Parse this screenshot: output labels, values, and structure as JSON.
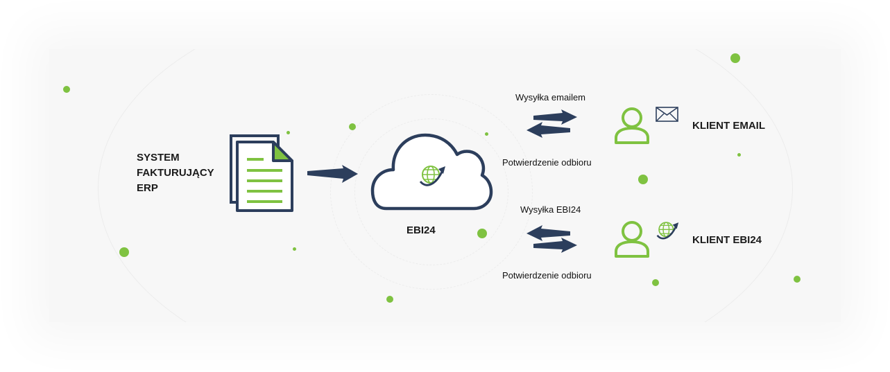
{
  "source": {
    "lines": [
      "SYSTEM",
      "FAKTURUJĄCY",
      "ERP"
    ]
  },
  "hub": {
    "label": "EBI24"
  },
  "email_flow": {
    "send_label": "Wysyłka emailem",
    "confirm_label": "Potwierdzenie odbioru",
    "client_label": "KLIENT EMAIL"
  },
  "ebi_flow": {
    "send_label": "Wysyłka EBI24",
    "confirm_label": "Potwierdzenie odbioru",
    "client_label": "KLIENT EBI24"
  },
  "colors": {
    "navy": "#2c3e5c",
    "green": "#7fc241",
    "background": "#f7f7f7"
  },
  "icons": [
    "document-icon",
    "cloud-icon",
    "globe-icon",
    "user-icon",
    "envelope-icon",
    "arrow-icon"
  ]
}
